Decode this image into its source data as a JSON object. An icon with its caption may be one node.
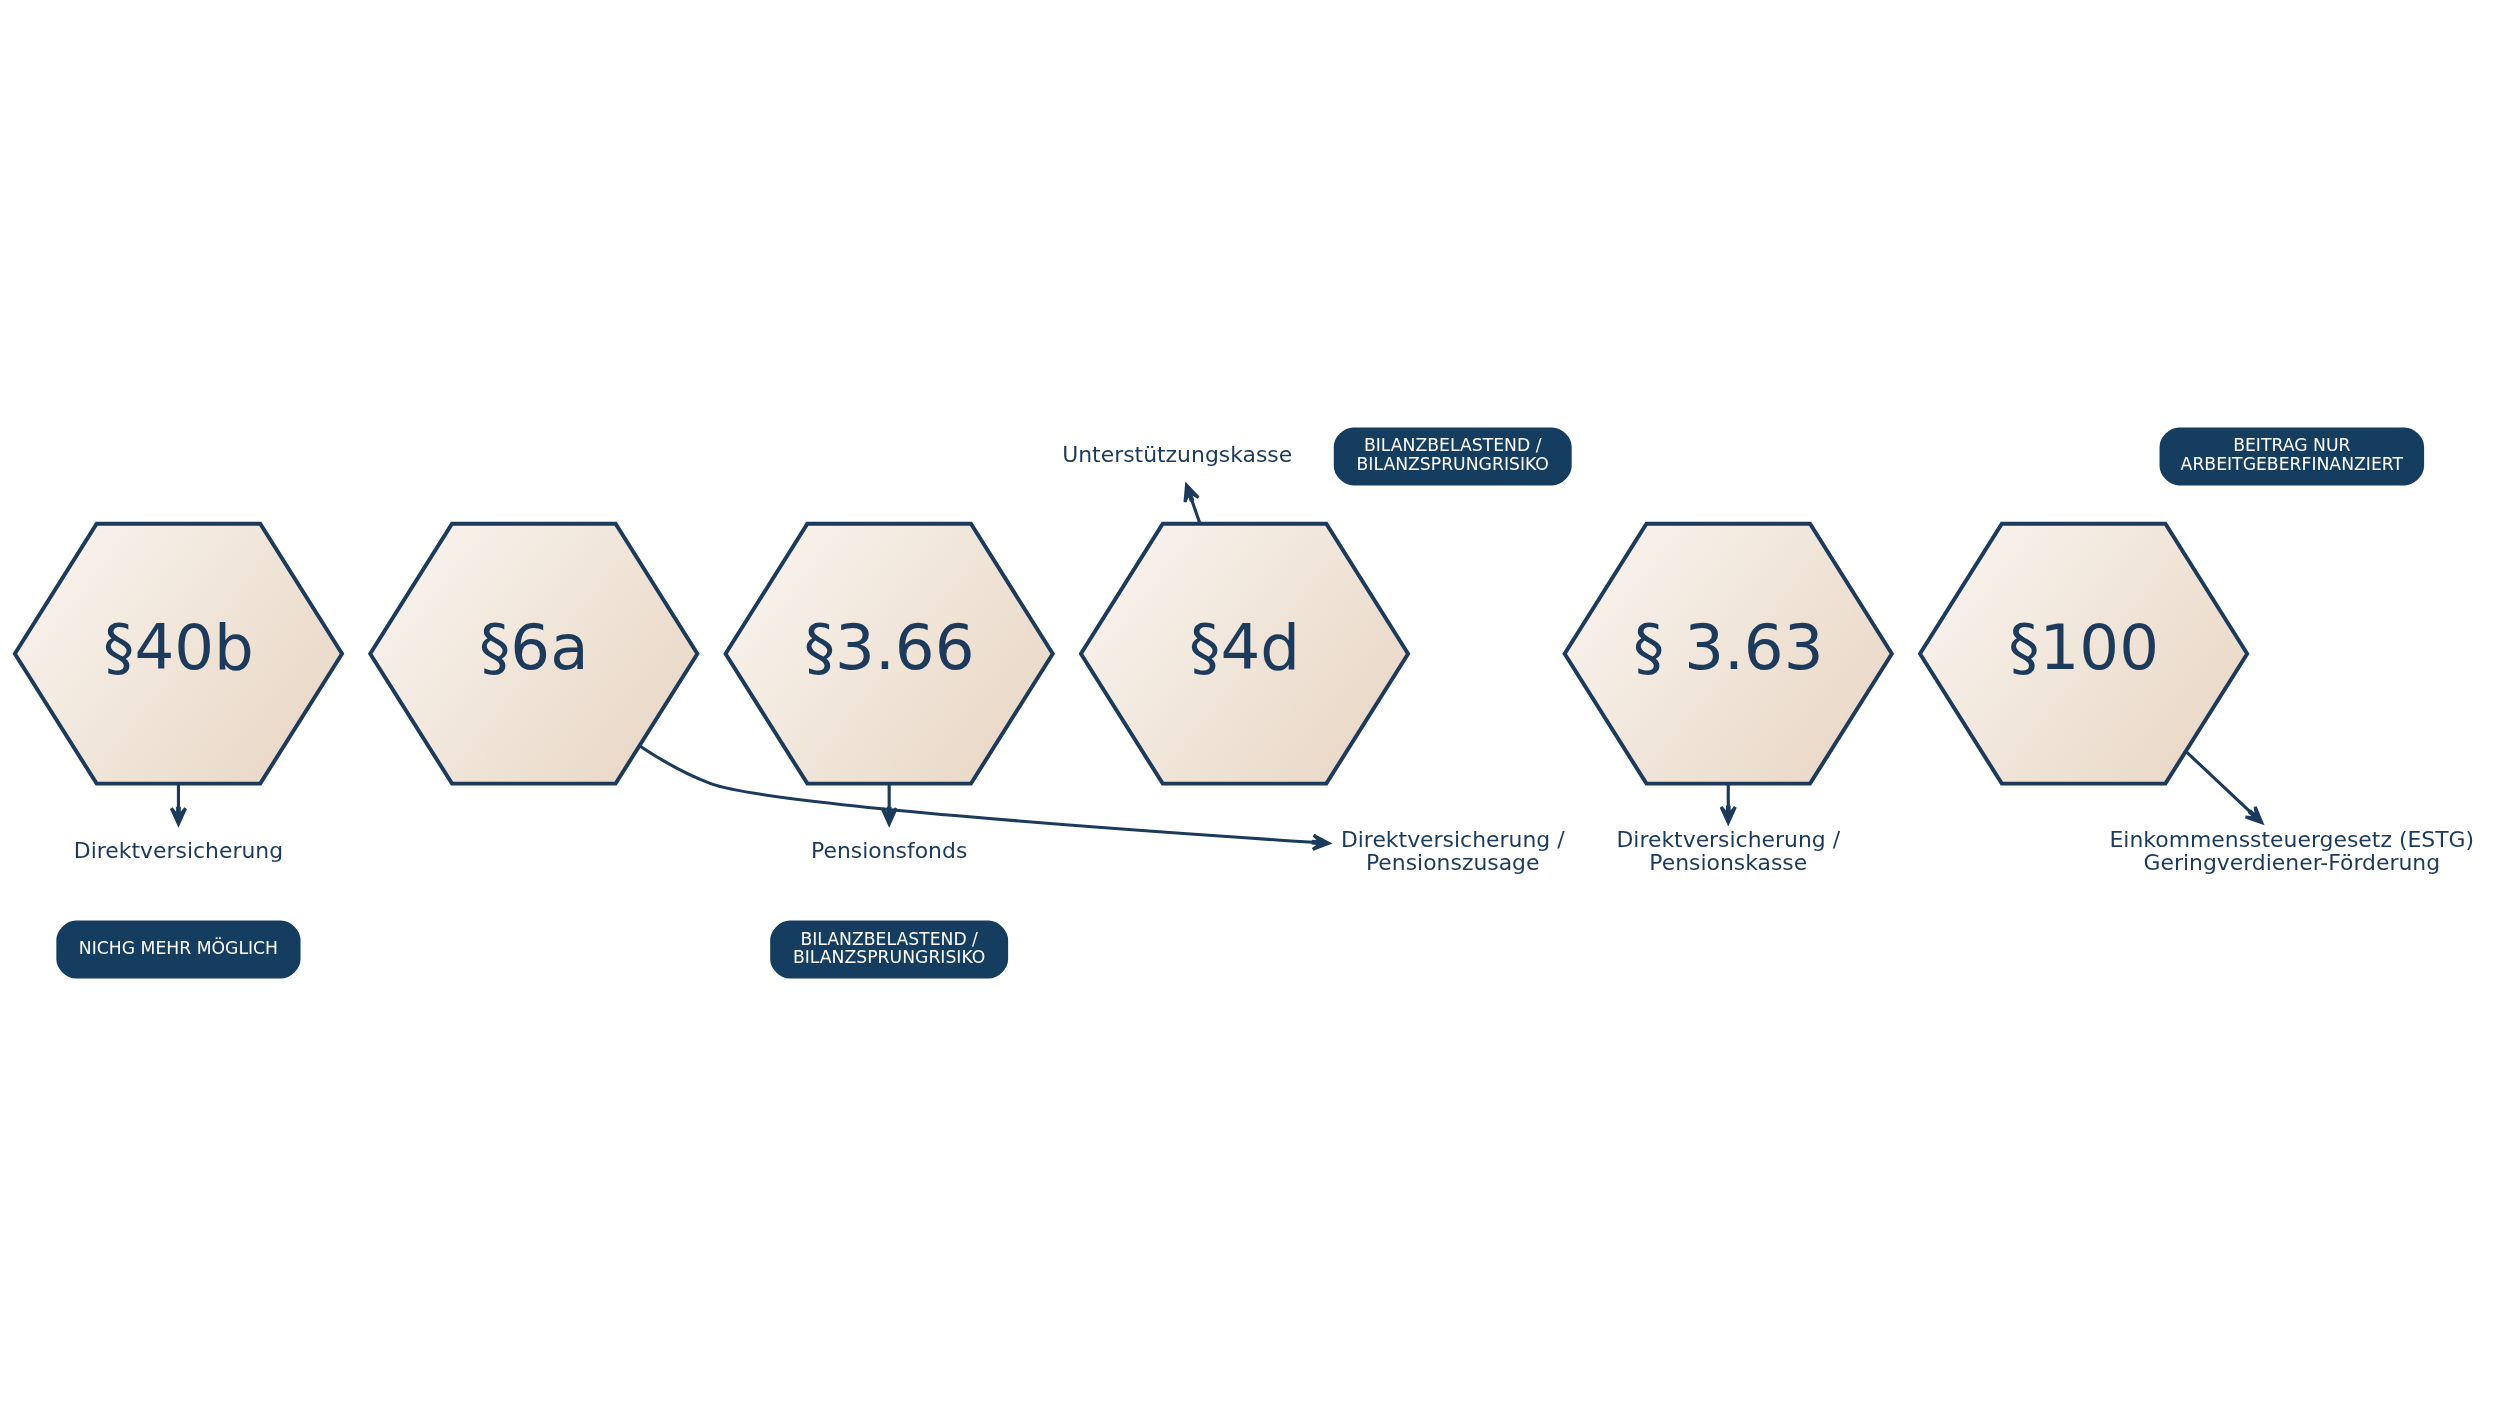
{
  "diagram": {
    "nodes": [
      {
        "text": [
          "§40b"
        ]
      },
      {
        "text": [
          "§6a"
        ]
      },
      {
        "text": [
          "§3.66"
        ]
      },
      {
        "text": [
          "§4d"
        ]
      },
      {
        "text": [
          "§ 3.63"
        ]
      },
      {
        "text": [
          "§100"
        ]
      },
      {
        "text": [
          "Direktversicherung"
        ]
      },
      {
        "text": [
          "Direktversicherung / Pensionszusage"
        ]
      },
      {
        "text": [
          "Pensionsfonds"
        ]
      },
      {
        "text": [
          "Unterstützungskasse"
        ]
      },
      {
        "text": [
          "Direktversicherung / Pensionskasse"
        ]
      },
      {
        "text": [
          "Einkommenssteuergesetz (ESTG) Geringverdiener-Förderung"
        ]
      },
      {
        "text": [
          "BILANZBELASTEND / BILANZSPRUNGRISIKO"
        ]
      },
      {
        "text": [
          "BEITRAG NUR ARBEITGEBERFINANZIERT"
        ]
      },
      {
        "text": [
          "NICHG MEHR MÖGLICH"
        ]
      },
      {
        "text": [
          "BILANZBELASTEND / BILANZSPRUNGRISIKO"
        ]
      }
    ],
    "edges": [
      {
        "from": 0,
        "to": 6,
        "arrow": "to"
      },
      {
        "from": 1,
        "to": 7,
        "arrow": "to"
      },
      {
        "from": 2,
        "to": 8,
        "arrow": "to"
      },
      {
        "from": 3,
        "to": 9,
        "arrow": "to"
      },
      {
        "from": 4,
        "to": 10,
        "arrow": "to"
      },
      {
        "from": 5,
        "to": 11,
        "arrow": "to"
      }
    ]
  }
}
